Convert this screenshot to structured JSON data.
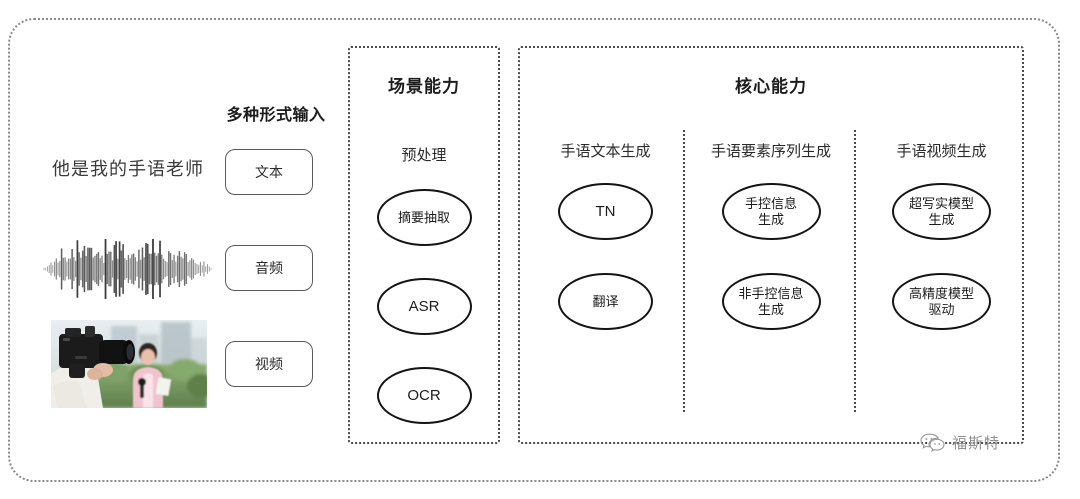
{
  "diagram": {
    "input_panel": {
      "heading": "多种形式输入",
      "sample_sentence": "他是我的手语老师",
      "buttons": [
        {
          "label": "文本",
          "name": "text-input-button"
        },
        {
          "label": "音频",
          "name": "audio-input-button"
        },
        {
          "label": "视频",
          "name": "video-input-button"
        }
      ],
      "waveform_icon": "audio-waveform-icon",
      "photo_caption": "camera-operator-filming-reporter-photo"
    },
    "scene_capability": {
      "title": "场景能力",
      "subsection_label": "预处理",
      "nodes": [
        {
          "label": "摘要抽取",
          "latin": false
        },
        {
          "label": "ASR",
          "latin": true
        },
        {
          "label": "OCR",
          "latin": true
        }
      ]
    },
    "core_capability": {
      "title": "核心能力",
      "columns": [
        {
          "label": "手语文本生成",
          "nodes": [
            {
              "label": "TN",
              "latin": true
            },
            {
              "label": "翻译",
              "latin": false
            }
          ]
        },
        {
          "label": "手语要素序列生成",
          "nodes": [
            {
              "label": "手控信息\n生成",
              "latin": false
            },
            {
              "label": "非手控信息\n生成",
              "latin": false
            }
          ]
        },
        {
          "label": "手语视频生成",
          "nodes": [
            {
              "label": "超写实模型\n生成",
              "latin": false
            },
            {
              "label": "高精度模型\n驱动",
              "latin": false
            }
          ]
        }
      ]
    },
    "watermark": {
      "text": "福斯特",
      "icon": "wechat-icon"
    },
    "colors": {
      "frame": "#8a8a8a",
      "box_border": "#4a4a4a",
      "node_stroke": "#141414",
      "text": "#2b2b2b",
      "watermark": "#8f8f8f"
    }
  }
}
